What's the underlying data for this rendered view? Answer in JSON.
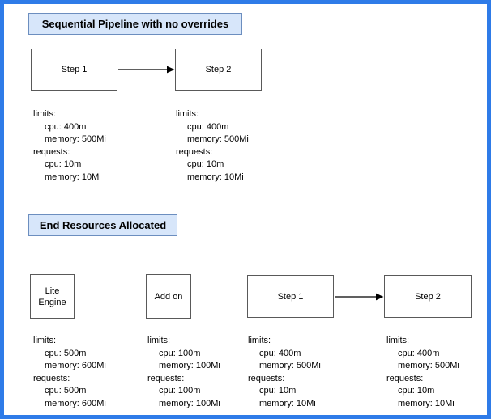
{
  "colors": {
    "canvas_border": "#2E7BE8",
    "background": "#FFFFFF",
    "section_title_fill": "#D7E6FA",
    "section_title_border": "#6C8EBF",
    "node_fill": "#FFFFFF",
    "node_border": "#595959",
    "text": "#000000",
    "arrow": "#000000"
  },
  "top_section": {
    "title": "Sequential Pipeline with no overrides",
    "nodes": [
      "Step 1",
      "Step 2"
    ],
    "resources": [
      [
        "limits:",
        "cpu: 400m",
        "memory: 500Mi",
        "requests:",
        "cpu: 10m",
        "memory: 10Mi"
      ],
      [
        "limits:",
        "cpu: 400m",
        "memory: 500Mi",
        "requests:",
        "cpu: 10m",
        "memory: 10Mi"
      ]
    ]
  },
  "bottom_section": {
    "title": "End Resources Allocated",
    "nodes": [
      "Lite Engine",
      "Add on",
      "Step 1",
      "Step 2"
    ],
    "resources": [
      [
        "limits:",
        "cpu: 500m",
        "memory: 600Mi",
        "requests:",
        "cpu: 500m",
        "memory: 600Mi"
      ],
      [
        "limits:",
        "cpu: 100m",
        "memory: 100Mi",
        "requests:",
        "cpu: 100m",
        "memory: 100Mi"
      ],
      [
        "limits:",
        "cpu: 400m",
        "memory: 500Mi",
        "requests:",
        "cpu: 10m",
        "memory: 10Mi"
      ],
      [
        "limits:",
        "cpu: 400m",
        "memory: 500Mi",
        "requests:",
        "cpu: 10m",
        "memory: 10Mi"
      ]
    ]
  }
}
